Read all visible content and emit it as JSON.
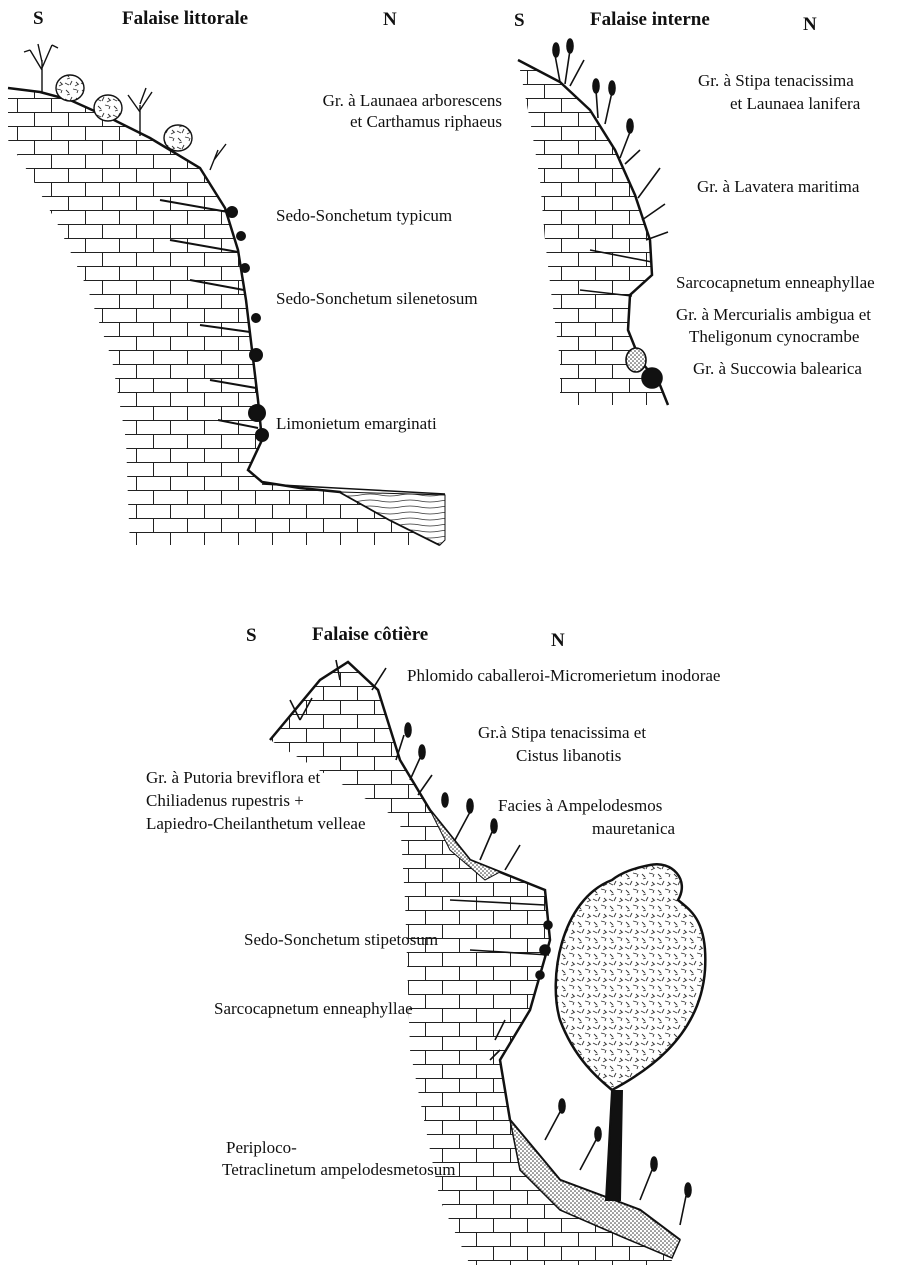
{
  "panels": {
    "littorale": {
      "title": "Falaise littorale",
      "south": "S",
      "north": "N",
      "labels": [
        "Gr. à Launaea arborescens",
        "et Carthamus riphaeus",
        "Sedo-Sonchetum typicum",
        "Sedo-Sonchetum silenetosum",
        "Limonietum emarginati"
      ]
    },
    "interne": {
      "title": "Falaise interne",
      "south": "S",
      "north": "N",
      "labels": [
        "Gr. à Stipa tenacissima",
        "et Launaea lanifera",
        "Gr. à Lavatera maritima",
        "Sarcocapnetum enneaphyllae",
        "Gr. à Mercurialis ambigua et",
        "Theligonum cynocrambe",
        "Gr. à Succowia balearica"
      ]
    },
    "cotiere": {
      "title": "Falaise côtière",
      "south": "S",
      "north": "N",
      "labels": [
        "Phlomido caballeroi-Micromerietum inodorae",
        "Gr.à Stipa tenacissima et",
        "Cistus libanotis",
        "Gr. à Putoria breviflora et",
        "Chiliadenus rupestris +",
        "Lapiedro-Cheilanthetum velleae",
        "Facies à Ampelodesmos",
        "mauretanica",
        "Sedo-Sonchetum stipetosum",
        "Sarcocapnetum enneaphyllae",
        "Periploco-",
        "Tetraclinetum ampelodesmetosum"
      ]
    }
  },
  "colors": {
    "ink": "#111111",
    "paper": "#ffffff"
  }
}
